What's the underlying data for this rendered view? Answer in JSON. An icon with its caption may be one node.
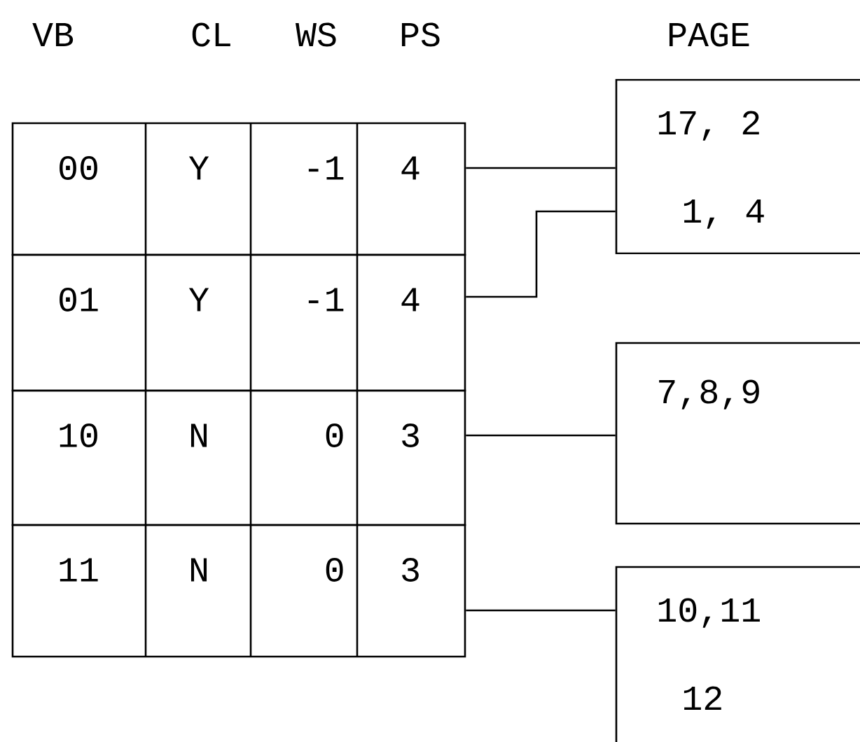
{
  "diagram": {
    "nodes": [
      {
        "text": [
          "00",
          "Y",
          "-1",
          "4"
        ]
      },
      {
        "text": [
          "01",
          "Y",
          "-1",
          "4"
        ]
      },
      {
        "text": [
          "10",
          "N",
          "0",
          "3"
        ]
      },
      {
        "text": [
          "11",
          "N",
          "0",
          "3"
        ]
      },
      {
        "text": [
          "17, 2",
          "1, 4"
        ]
      },
      {
        "text": [
          "7,8,9"
        ]
      },
      {
        "text": [
          "10,11",
          "12"
        ]
      }
    ],
    "edges": [
      {
        "from": 0,
        "to": 4,
        "arrow": "none"
      },
      {
        "from": 1,
        "to": 4,
        "arrow": "none"
      },
      {
        "from": 2,
        "to": 5,
        "arrow": "none"
      },
      {
        "from": 3,
        "to": 6,
        "arrow": "none"
      }
    ],
    "labels": [
      "VB",
      "CL",
      "WS",
      "PS",
      "PAGE"
    ]
  }
}
